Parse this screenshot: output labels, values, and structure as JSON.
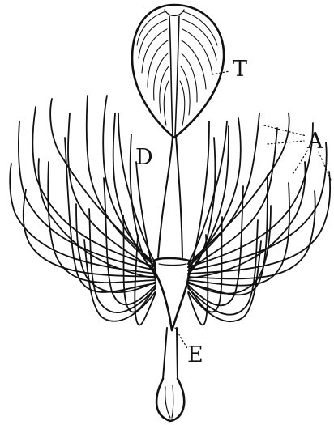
{
  "labels": {
    "T": "T",
    "D": "D",
    "A": "A",
    "E": "E"
  },
  "colors": {
    "ink": "#111111",
    "paper": "#ffffff"
  }
}
